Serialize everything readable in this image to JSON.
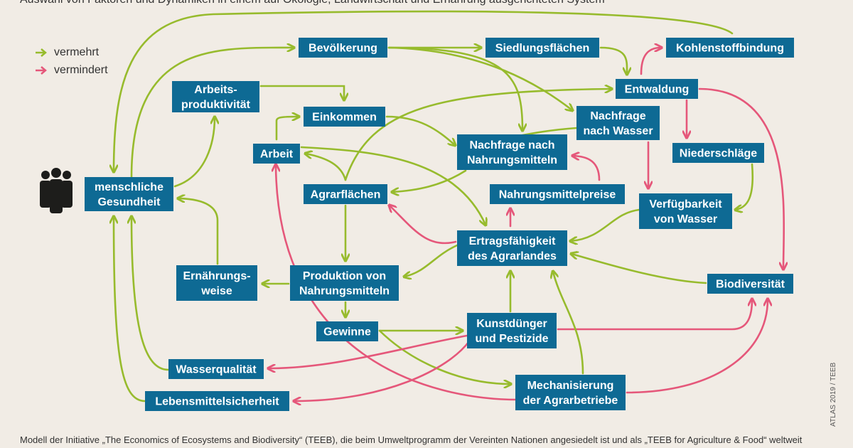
{
  "header": "Auswahl von Faktoren und Dynamiken in einem auf Ökologie, Landwirtschaft und Ernährung ausgerichteten System",
  "footer": "Modell der Initiative „The Economics of Ecosystems and Biodiversity“ (TEEB), die beim Umweltprogramm der Vereinten Nationen angesiedelt ist und als „TEEB for Agriculture & Food“ weltweit",
  "credit": "ATLAS 2019 / TEEB",
  "colors": {
    "node_bg": "#0e6a94",
    "increase": "#97bb2d",
    "decrease": "#e5577a",
    "background": "#f1ece5"
  },
  "legend": {
    "increase": "vermehrt",
    "decrease": "vermindert"
  },
  "icon": "people-group-icon",
  "nodes": {
    "bevoelkerung": [
      "Bevölkerung"
    ],
    "siedlung": [
      "Siedlungsflächen"
    ],
    "kohlenstoff": [
      "Kohlenstoffbindung"
    ],
    "entwaldung": [
      "Entwaldung"
    ],
    "arbeitsprod": [
      "Arbeits-",
      "produktivität"
    ],
    "einkommen": [
      "Einkommen"
    ],
    "nachfrage_wasser": [
      "Nachfrage",
      "nach Wasser"
    ],
    "niederschlaege": [
      "Niederschläge"
    ],
    "arbeit": [
      "Arbeit"
    ],
    "nachfrage_nahrung": [
      "Nachfrage nach",
      "Nahrungsmitteln"
    ],
    "gesundheit": [
      "menschliche",
      "Gesundheit"
    ],
    "agrarflaechen": [
      "Agrarflächen"
    ],
    "preise": [
      "Nahrungsmittelpreise"
    ],
    "verfuegbarkeit": [
      "Verfügbarkeit",
      "von Wasser"
    ],
    "ertrag": [
      "Ertragsfähigkeit",
      "des Agrarlandes"
    ],
    "ernaehrung": [
      "Ernährungs-",
      "weise"
    ],
    "produktion": [
      "Produktion von",
      "Nahrungsmitteln"
    ],
    "biodiversitaet": [
      "Biodiversität"
    ],
    "gewinne": [
      "Gewinne"
    ],
    "kunstduenger": [
      "Kunstdünger",
      "und Pestizide"
    ],
    "wasserqualitaet": [
      "Wasserqualität"
    ],
    "mechanisierung": [
      "Mechanisierung",
      "der Agrarbetriebe"
    ],
    "lebensmittel": [
      "Lebensmittelsicherheit"
    ]
  }
}
